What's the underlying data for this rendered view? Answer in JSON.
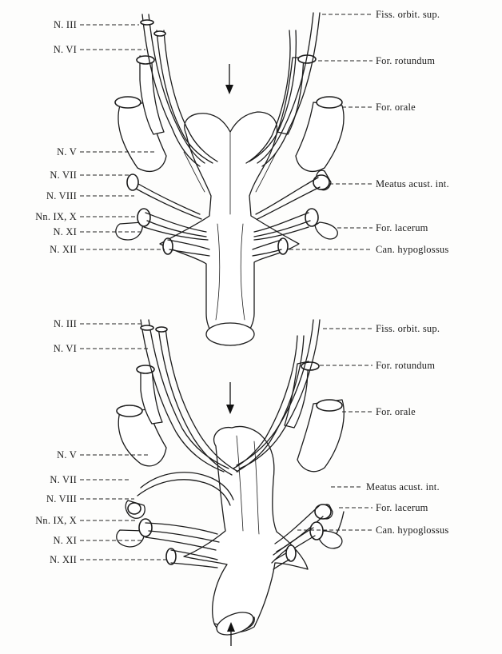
{
  "top": {
    "left_labels": [
      "N. III",
      "N. VI",
      "N. V",
      "N. VII",
      "N. VIII",
      "Nn. IX, X",
      "N. XI",
      "N. XII"
    ],
    "right_labels": [
      "Fiss. orbit. sup.",
      "For. rotundum",
      "For. orale",
      "Meatus acust. int.",
      "For. lacerum",
      "Can. hypoglossus"
    ]
  },
  "bottom": {
    "left_labels": [
      "N. III",
      "N. VI",
      "N. V",
      "N. VII",
      "N. VIII",
      "Nn. IX, X",
      "N. XI",
      "N. XII"
    ],
    "right_labels": [
      "Fiss. orbit. sup.",
      "For. rotundum",
      "For. orale",
      "Meatus acust. int.",
      "For. lacerum",
      "Can. hypoglossus"
    ]
  },
  "arrow_icon": "down-arrow-icon"
}
